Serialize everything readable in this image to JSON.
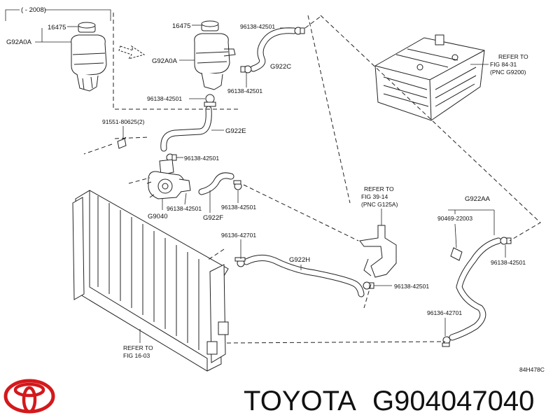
{
  "diagram": {
    "date_range": "( - 2008)",
    "figure_code": "84H478C",
    "labels": {
      "cap_a": "16475",
      "cap_b": "16475",
      "tank_a": "G92A0A",
      "tank_b": "G92A0A",
      "clamp_top": "96138-42501",
      "hose_c": "G922C",
      "clamp_c2": "96138-42501",
      "clamp_tank": "96138-42501",
      "bolt": "91551-80625(2)",
      "hose_e": "G922E",
      "clamp_e": "96138-42501",
      "pump": "G9040",
      "clamp_pump": "96138-42501",
      "clamp_f": "96138-42501",
      "hose_f": "G922F",
      "clamp_h": "96136-42701",
      "hose_h": "G922H",
      "clamp_h2": "96138-42501",
      "hose_aa": "G922AA",
      "clip_aa": "90469-22003",
      "clamp_aa": "96138-42501",
      "clamp_aa2": "96136-42701"
    },
    "refs": {
      "inverter": [
        "REFER TO",
        "FIG 84-31",
        "(PNC G9200)"
      ],
      "cooler": [
        "REFER TO",
        "FIG 39-14",
        "(PNC G125A)"
      ],
      "radiator": [
        "REFER TO",
        "FIG 16-03"
      ]
    }
  },
  "footer": {
    "brand": "TOYOTA",
    "part_number": "G904047040",
    "logo": "toyota-logo"
  }
}
